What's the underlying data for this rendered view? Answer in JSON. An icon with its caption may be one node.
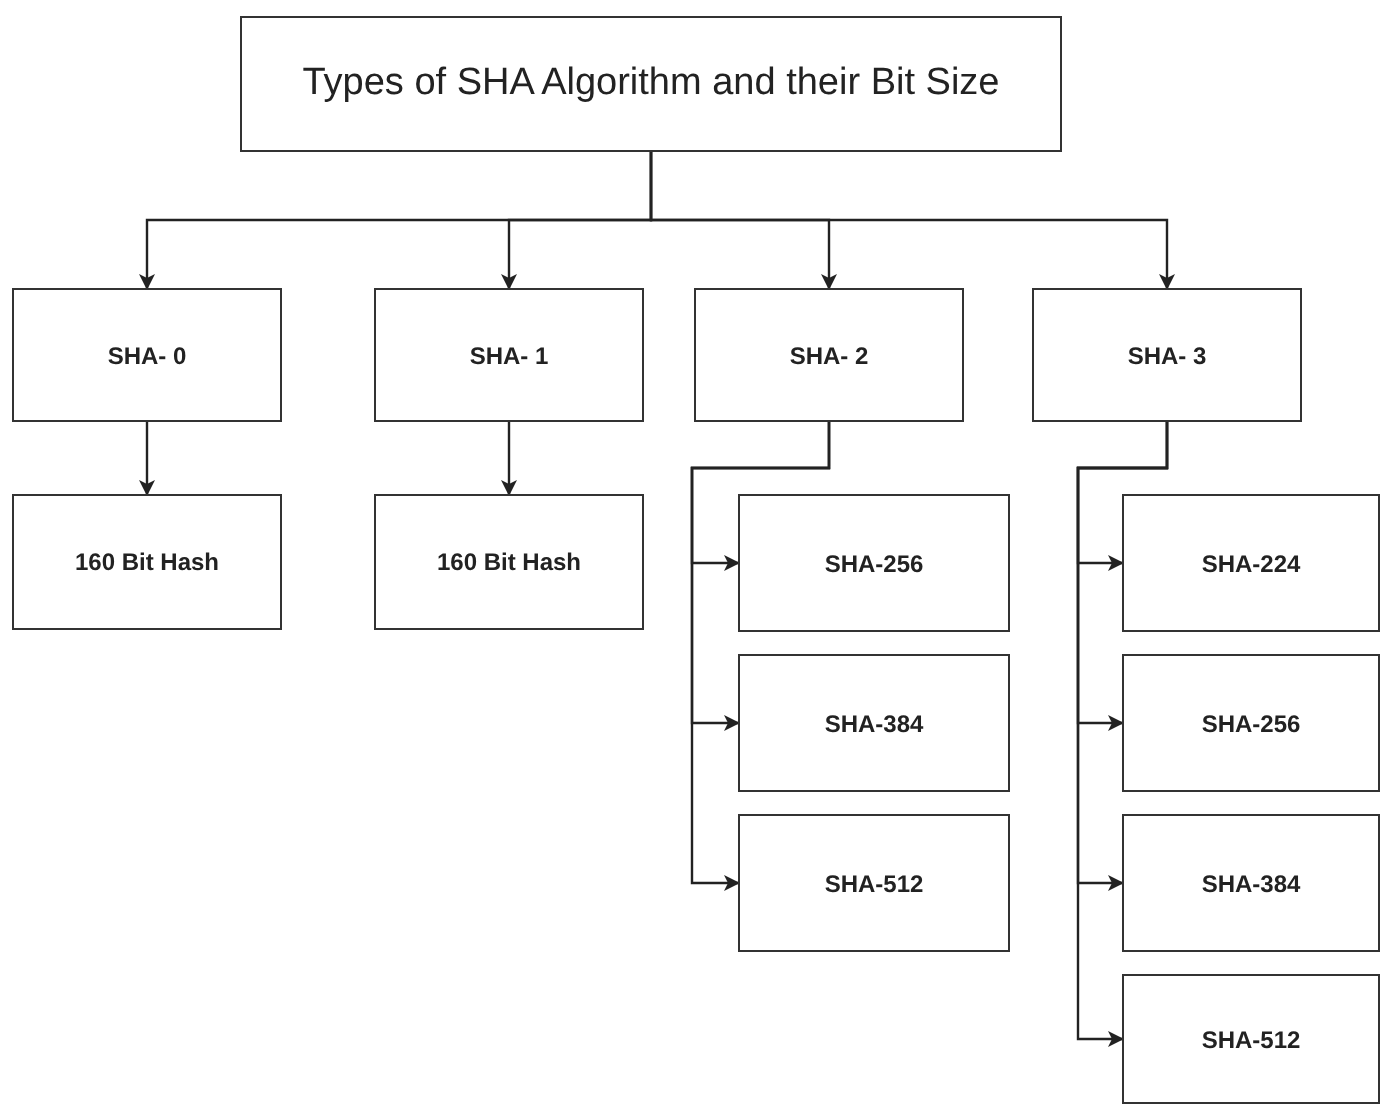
{
  "diagram": {
    "nodes": [
      {
        "text": [
          "Types of SHA Algorithm and their Bit Size"
        ]
      },
      {
        "text": [
          "SHA- 0"
        ]
      },
      {
        "text": [
          "SHA- 1"
        ]
      },
      {
        "text": [
          "SHA- 2"
        ]
      },
      {
        "text": [
          "SHA- 3"
        ]
      },
      {
        "text": [
          "160 Bit Hash"
        ]
      },
      {
        "text": [
          "160 Bit Hash"
        ]
      },
      {
        "text": [
          "SHA-256"
        ]
      },
      {
        "text": [
          "SHA-384"
        ]
      },
      {
        "text": [
          "SHA-512"
        ]
      },
      {
        "text": [
          "SHA-224"
        ]
      },
      {
        "text": [
          "SHA-256"
        ]
      },
      {
        "text": [
          "SHA-384"
        ]
      },
      {
        "text": [
          "SHA-512"
        ]
      }
    ],
    "edges": [
      {
        "from": 0,
        "to": 1,
        "arrow": "to"
      },
      {
        "from": 0,
        "to": 2,
        "arrow": "to"
      },
      {
        "from": 0,
        "to": 3,
        "arrow": "to"
      },
      {
        "from": 0,
        "to": 4,
        "arrow": "to"
      },
      {
        "from": 1,
        "to": 5,
        "arrow": "to"
      },
      {
        "from": 2,
        "to": 6,
        "arrow": "to"
      },
      {
        "from": 3,
        "to": 7,
        "arrow": "to"
      },
      {
        "from": 3,
        "to": 8,
        "arrow": "to"
      },
      {
        "from": 3,
        "to": 9,
        "arrow": "to"
      },
      {
        "from": 4,
        "to": 10,
        "arrow": "to"
      },
      {
        "from": 4,
        "to": 11,
        "arrow": "to"
      },
      {
        "from": 4,
        "to": 12,
        "arrow": "to"
      },
      {
        "from": 4,
        "to": 13,
        "arrow": "to"
      }
    ]
  }
}
